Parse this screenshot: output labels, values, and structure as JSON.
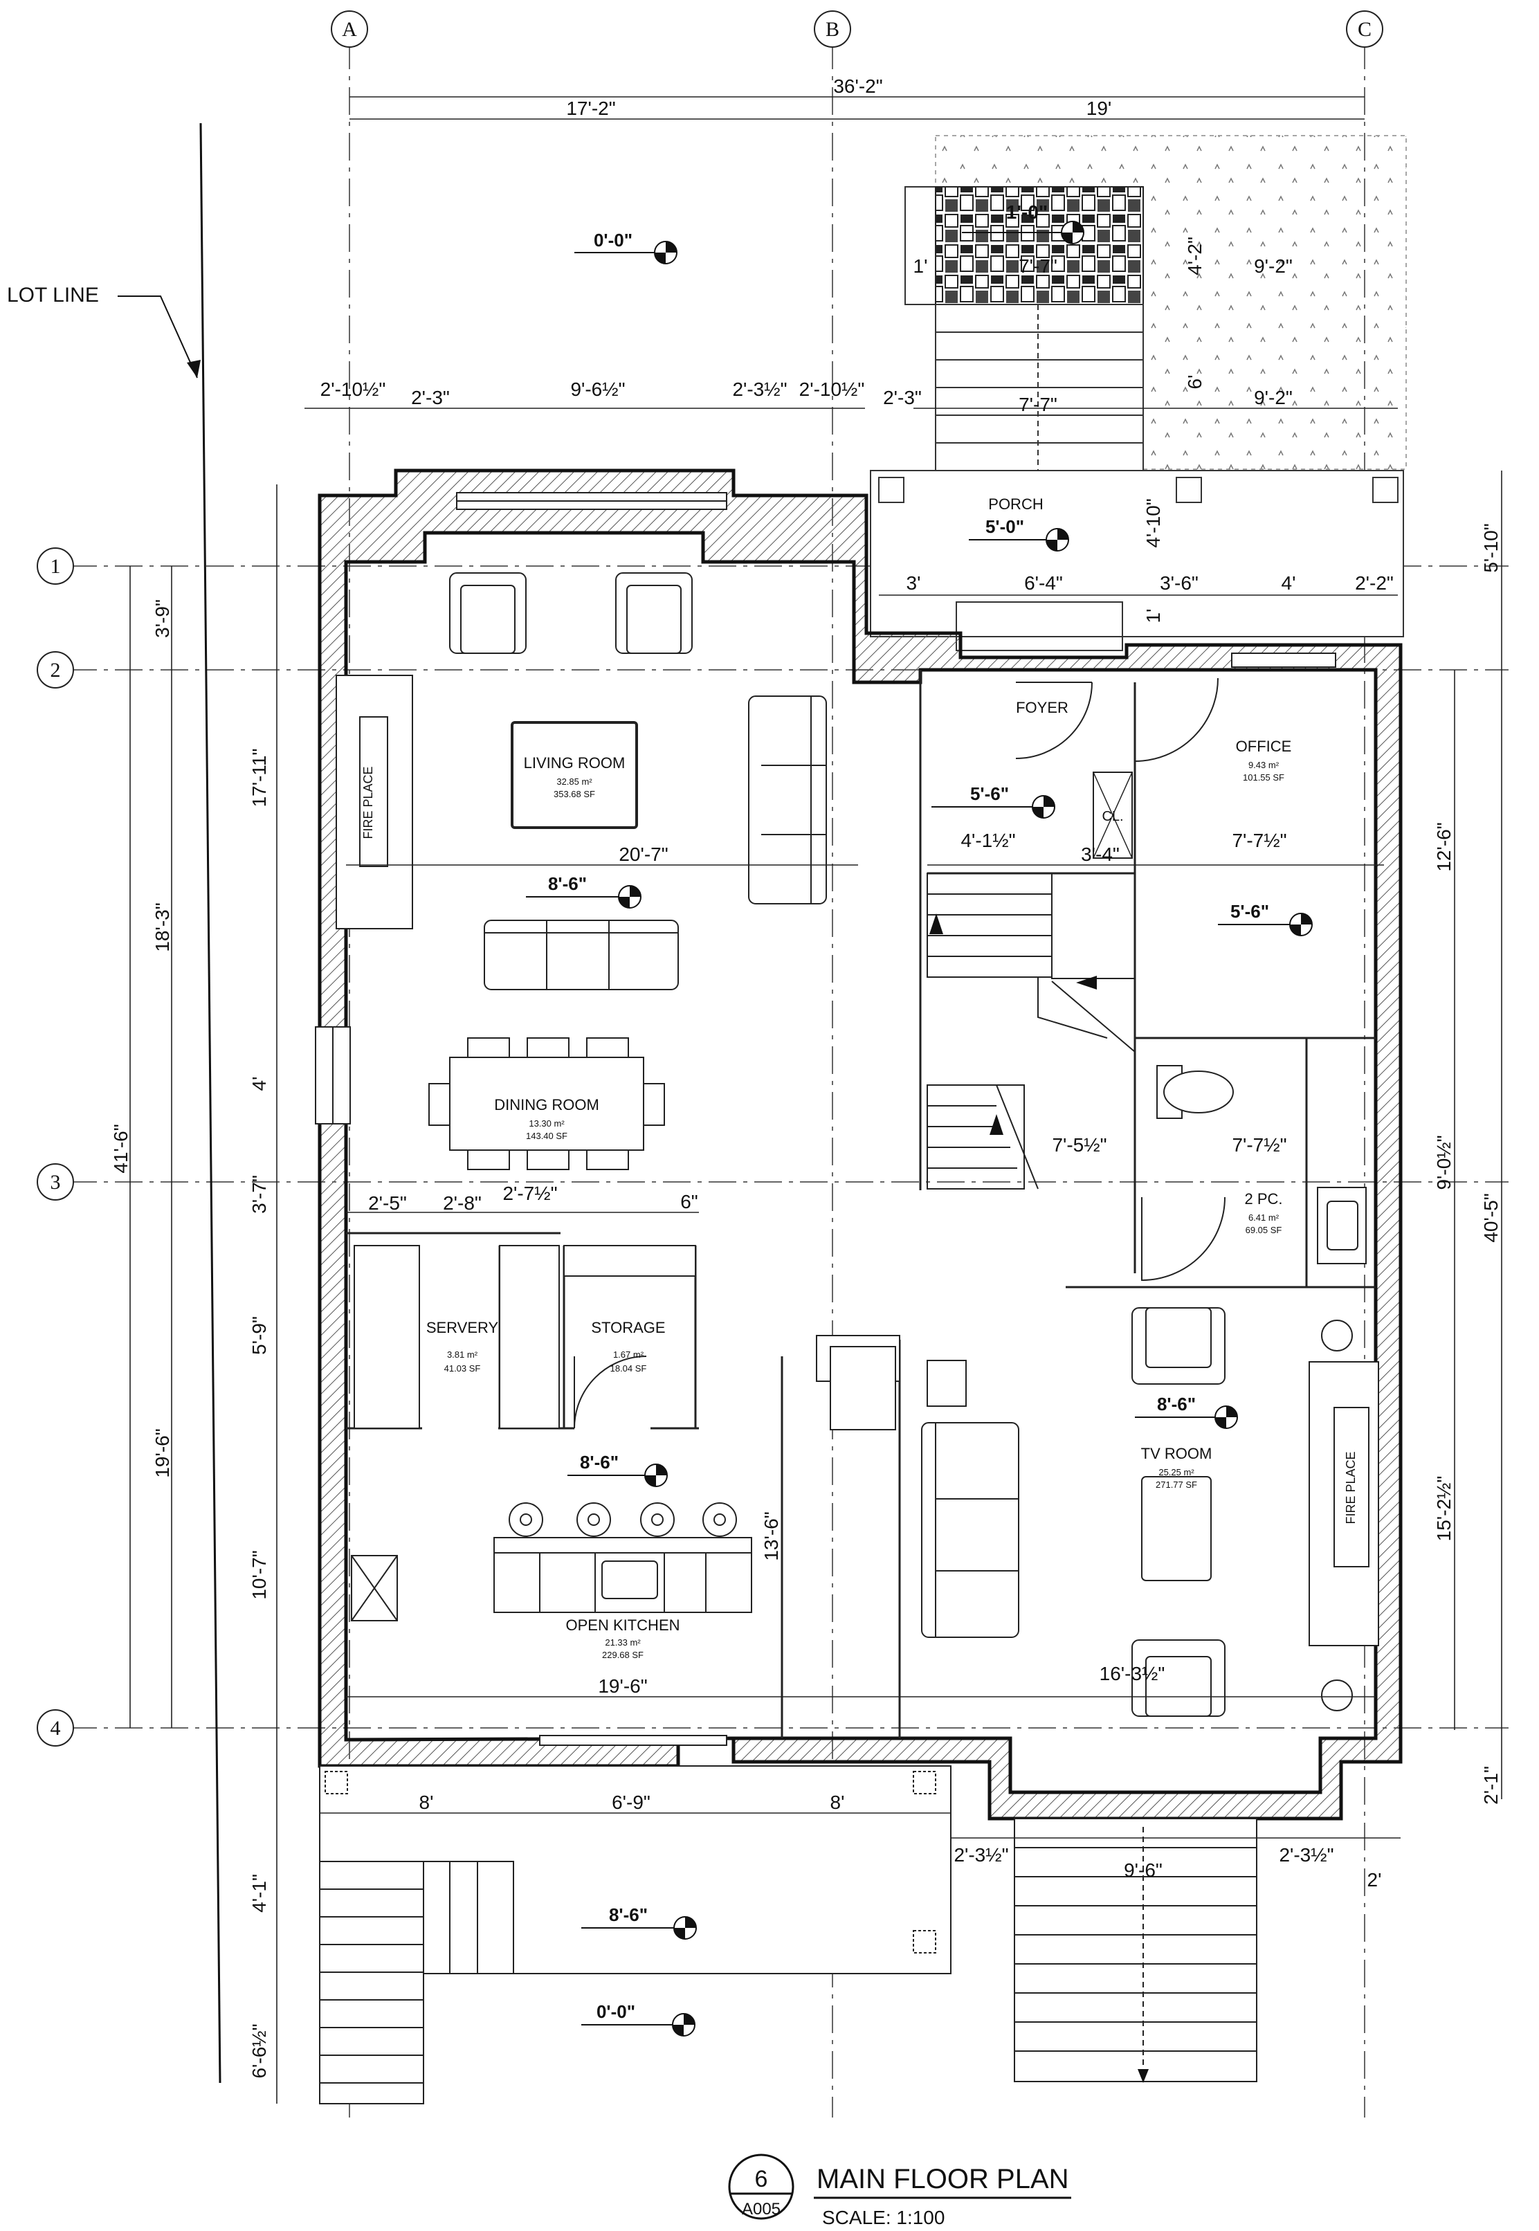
{
  "grid": {
    "columns": [
      "A",
      "B",
      "C"
    ],
    "rows": [
      "1",
      "2",
      "3",
      "4"
    ]
  },
  "labels": {
    "lot_line": "LOT LINE",
    "porch": "PORCH",
    "foyer": "FOYER",
    "office": "OFFICE",
    "closet": "CL.",
    "living_room": "LIVING ROOM",
    "dining_room": "DINING ROOM",
    "servery": "SERVERY",
    "storage": "STORAGE",
    "open_kitchen": "OPEN KITCHEN",
    "powder_room": "2 PC.",
    "tv_room": "TV ROOM",
    "fireplace_left": "FIRE PLACE",
    "fireplace_right": "FIRE PLACE"
  },
  "areas": {
    "living_room_m2": "32.85 m²",
    "living_room_sf": "353.68 SF",
    "office_m2": "9.43 m²",
    "office_sf": "101.55 SF",
    "dining_room_m2": "13.30 m²",
    "dining_room_sf": "143.40 SF",
    "servery_m2": "3.81 m²",
    "servery_sf": "41.03 SF",
    "storage_m2": "1.67 m²",
    "storage_sf": "18.04 SF",
    "powder_m2": "6.41 m²",
    "powder_sf": "69.05 SF",
    "tv_room_m2": "25.25 m²",
    "tv_room_sf": "271.77 SF",
    "kitchen_m2": "21.33 m²",
    "kitchen_sf": "229.68 SF"
  },
  "elevations": {
    "front_yard": "0'-0\"",
    "front_step": "1'-0\"",
    "porch": "5'-0\"",
    "foyer": "5'-6\"",
    "office": "5'-6\"",
    "living": "8'-6\"",
    "kitchen": "8'-6\"",
    "tv_room": "8'-6\"",
    "rear_deck": "8'-6\"",
    "rear_yard": "0'-0\""
  },
  "dimensions": {
    "overall_width": "36'-2\"",
    "left_width": "17'-2\"",
    "right_width": "19'",
    "d_2_10_half_a": "2'-10½\"",
    "d_2_3_a": "2'-3\"",
    "d_9_6_half": "9'-6½\"",
    "d_2_3_half": "2'-3½\"",
    "d_2_10_half_b": "2'-10½\"",
    "d_2_3_b": "2'-3\"",
    "d_7_7_a": "7'-7\"",
    "d_7_7_b": "7'-7\"",
    "d_1_a": "1'",
    "d_1_0": "1'-0\"",
    "d_4_2": "4'-2\"",
    "d_9_2_a": "9'-2\"",
    "d_6": "6'",
    "d_9_2_b": "9'-2\"",
    "d_4_10": "4'-10\"",
    "d_5_10": "5'-10\"",
    "d_3": "3'",
    "d_6_4": "6'-4\"",
    "d_3_6": "3'-6\"",
    "d_4_a": "4'",
    "d_2_2": "2'-2\"",
    "d_1_b": "1'",
    "d_3_9": "3'-9\"",
    "d_17_11": "17'-11\"",
    "d_18_3": "18'-3\"",
    "d_41_6": "41'-6\"",
    "d_4_b": "4'",
    "d_3_7": "3'-7\"",
    "d_5_9": "5'-9\"",
    "d_19_6_v": "19'-6\"",
    "d_10_7": "10'-7\"",
    "d_4_1": "4'-1\"",
    "d_6_6_half": "6'-6½\"",
    "d_20_7": "20'-7\"",
    "d_4_1_half": "4'-1½\"",
    "d_3_4": "3'-4\"",
    "d_7_7_half_a": "7'-7½\"",
    "d_12_6": "12'-6\"",
    "d_7_5_half": "7'-5½\"",
    "d_7_7_half_b": "7'-7½\"",
    "d_9_0_half": "9'-0½\"",
    "d_40_5": "40'-5\"",
    "d_2_5": "2'-5\"",
    "d_2_8": "2'-8\"",
    "d_2_7_half": "2'-7½\"",
    "d_6_in": "6\"",
    "d_13_6": "13'-6\"",
    "d_15_2_half": "15'-2½\"",
    "d_16_3_half": "16'-3½\"",
    "d_19_6_h": "19'-6\"",
    "d_2_1": "2'-1\"",
    "d_8_a": "8'",
    "d_6_9": "6'-9\"",
    "d_8_b": "8'",
    "d_2_3_half_a": "2'-3½\"",
    "d_9_6": "9'-6\"",
    "d_2_3_half_b": "2'-3½\"",
    "d_2": "2'"
  },
  "title_block": {
    "sheet_number": "6",
    "sheet_ref": "A005",
    "title": "MAIN FLOOR PLAN",
    "scale": "SCALE:  1:100"
  }
}
